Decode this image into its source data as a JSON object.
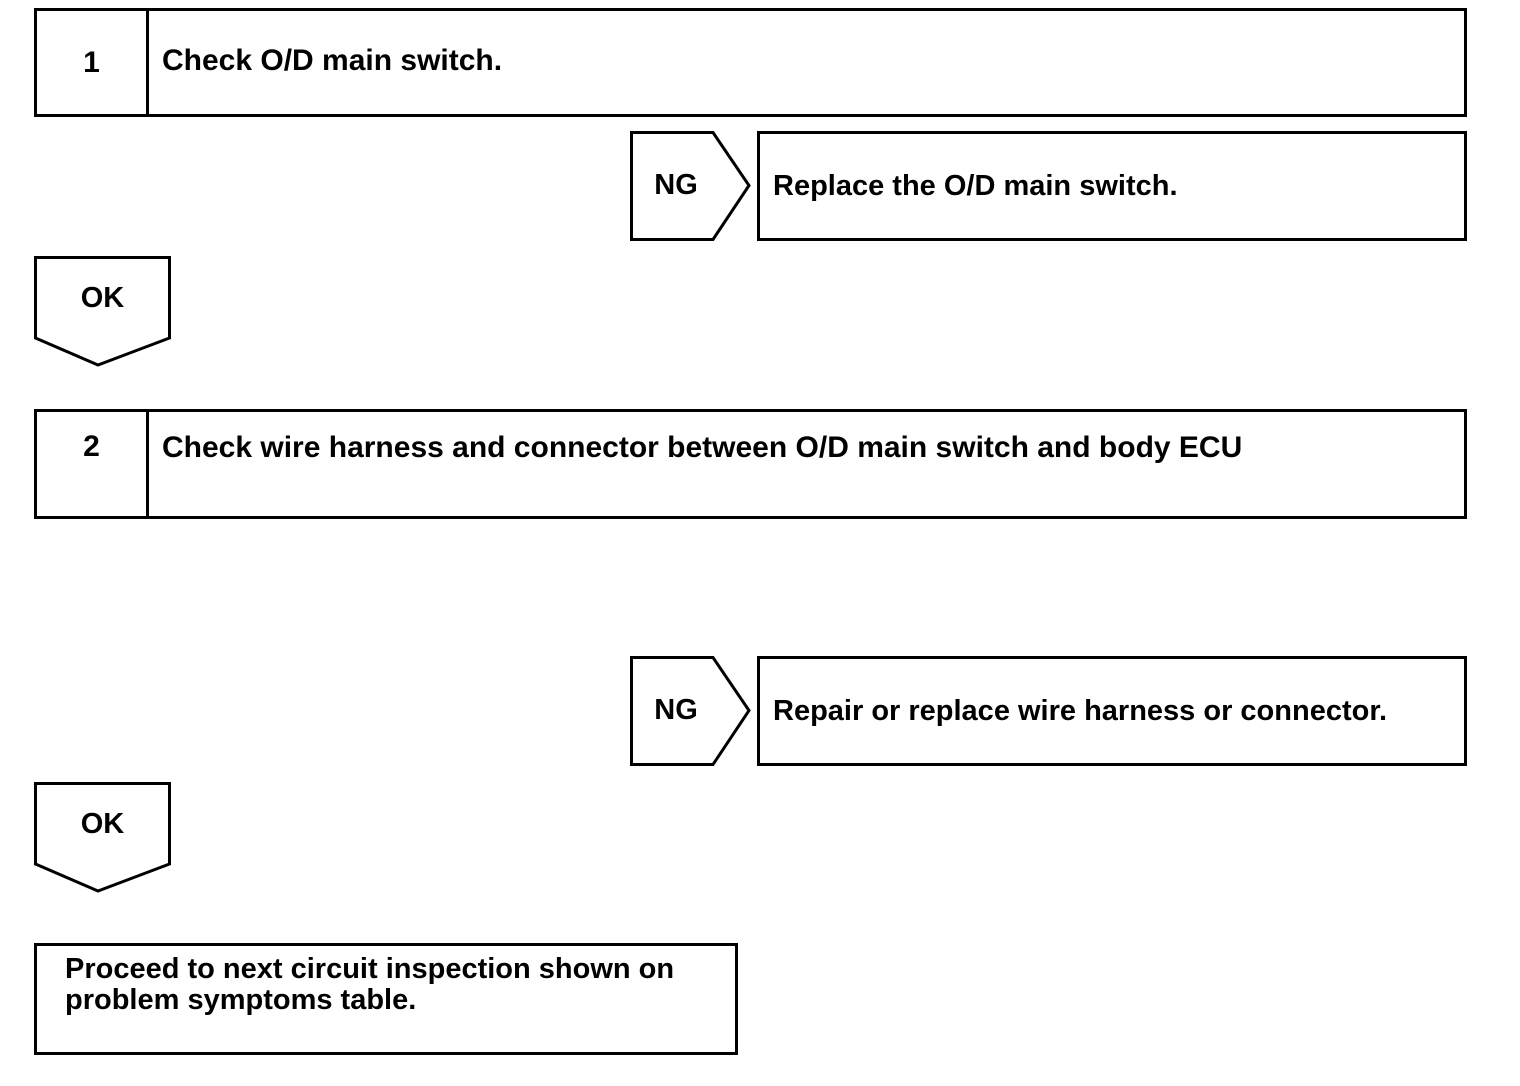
{
  "step1": {
    "number": "1",
    "text": "Check O/D main switch."
  },
  "ng1": {
    "label": "NG",
    "action": "Replace the O/D main switch."
  },
  "ok1": {
    "label": "OK"
  },
  "step2": {
    "number": "2",
    "text": "Check wire harness and connector between O/D main switch and body ECU"
  },
  "ng2": {
    "label": "NG",
    "action": "Repair or replace wire harness or connector."
  },
  "ok2": {
    "label": "OK"
  },
  "final": {
    "line1": "Proceed to next circuit inspection shown on",
    "line2": "problem symptoms table."
  }
}
